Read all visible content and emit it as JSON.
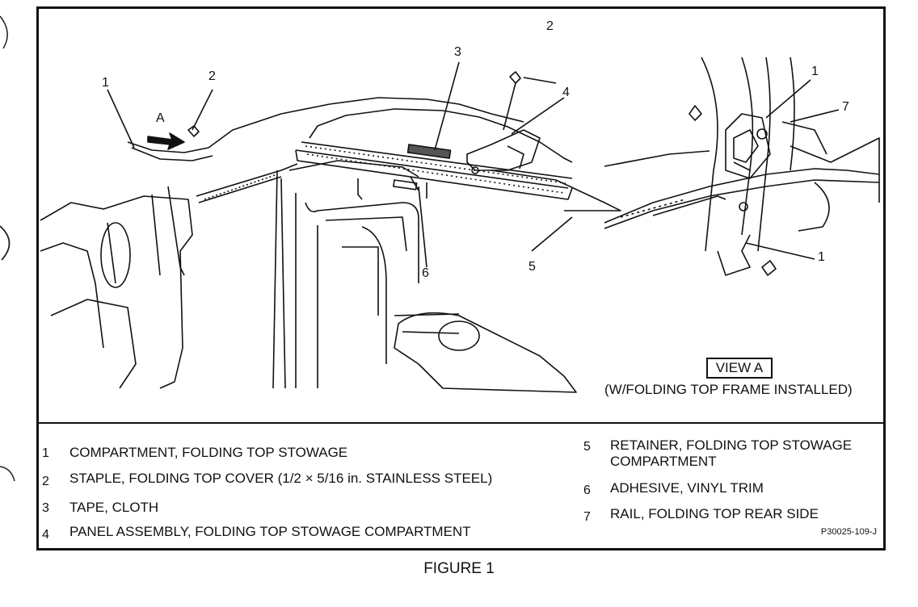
{
  "callouts": {
    "left": [
      "1",
      "2",
      "3",
      "2",
      "4",
      "5",
      "6"
    ],
    "arrow_label": "A",
    "view": [
      "1",
      "7",
      "1"
    ]
  },
  "view_a": {
    "title": "VIEW A",
    "subtitle": "(W/FOLDING TOP FRAME INSTALLED)"
  },
  "legend": [
    {
      "num": "1",
      "text": "COMPARTMENT, FOLDING TOP STOWAGE"
    },
    {
      "num": "2",
      "text": "STAPLE, FOLDING TOP COVER (1/2 × 5/16 in. STAINLESS STEEL)"
    },
    {
      "num": "3",
      "text": "TAPE, CLOTH"
    },
    {
      "num": "4",
      "text": "PANEL ASSEMBLY, FOLDING TOP STOWAGE COMPARTMENT"
    },
    {
      "num": "5",
      "text": "RETAINER, FOLDING TOP STOWAGE",
      "text2": "COMPARTMENT"
    },
    {
      "num": "6",
      "text": "ADHESIVE, VINYL TRIM"
    },
    {
      "num": "7",
      "text": "RAIL, FOLDING TOP REAR SIDE"
    }
  ],
  "part_code": "P30025-109-J",
  "caption": "FIGURE 1"
}
